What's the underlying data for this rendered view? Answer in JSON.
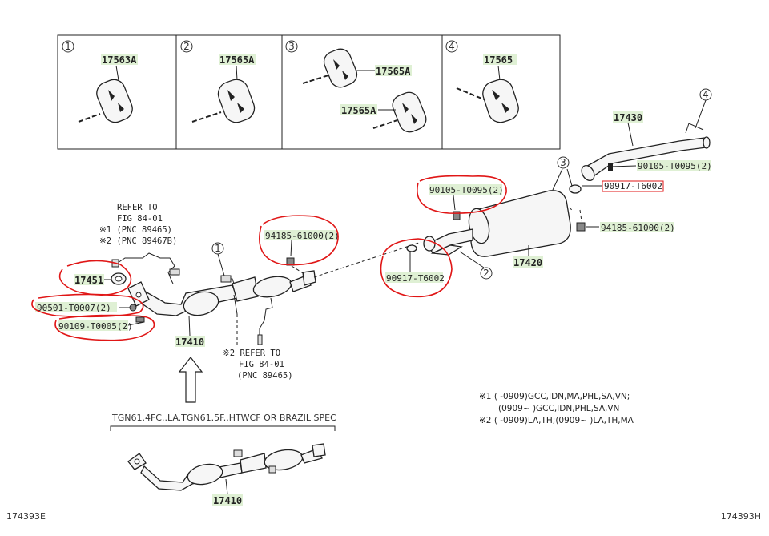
{
  "insets": [
    {
      "index": "1",
      "parts": [
        "17563A"
      ]
    },
    {
      "index": "2",
      "parts": [
        "17565A"
      ]
    },
    {
      "index": "3",
      "parts": [
        "17565A",
        "17565A"
      ]
    },
    {
      "index": "4",
      "parts": [
        "17565"
      ]
    }
  ],
  "callout_numbers": {
    "c1": "1",
    "c2": "2",
    "c3": "3",
    "c4": "4"
  },
  "parts": {
    "p17430": "17430",
    "p17420": "17420",
    "p17410_main": "17410",
    "p17410_alt": "17410",
    "p17451": "17451",
    "p90105_right": "90105-T0095(2)",
    "p90917_right": "90917-T6002",
    "p94185_right": "94185-61000(2)",
    "p90105_mid": "90105-T0095(2)",
    "p94185_mid": "94185-61000(2)",
    "p90917_mid": "90917-T6002",
    "p90501": "90501-T0007(2)",
    "p90109": "90109-T0005(2)"
  },
  "refer_upper": [
    "REFER TO",
    "FIG 84-01",
    "※1 (PNC 89465)",
    "※2 (PNC 89467B)"
  ],
  "refer_lower": [
    "※2 REFER TO",
    "FIG 84-01",
    "(PNC 89465)"
  ],
  "spec_label": "TGN61.4FC..LA.TGN61.5F..HTWCF OR  BRAZIL SPEC",
  "notes": [
    "※1  (       -0909)GCC,IDN,MA,PHL,SA,VN;",
    "(0909~        )GCC,IDN,PHL,SA,VN",
    "※2  (       -0909)LA,TH;(0909~        )LA,TH,MA"
  ],
  "footer": {
    "left": "174393E",
    "right": "174393H"
  },
  "colors": {
    "highlight": "#dff0d4",
    "circle_mark": "#e01616",
    "ink": "#222222"
  }
}
